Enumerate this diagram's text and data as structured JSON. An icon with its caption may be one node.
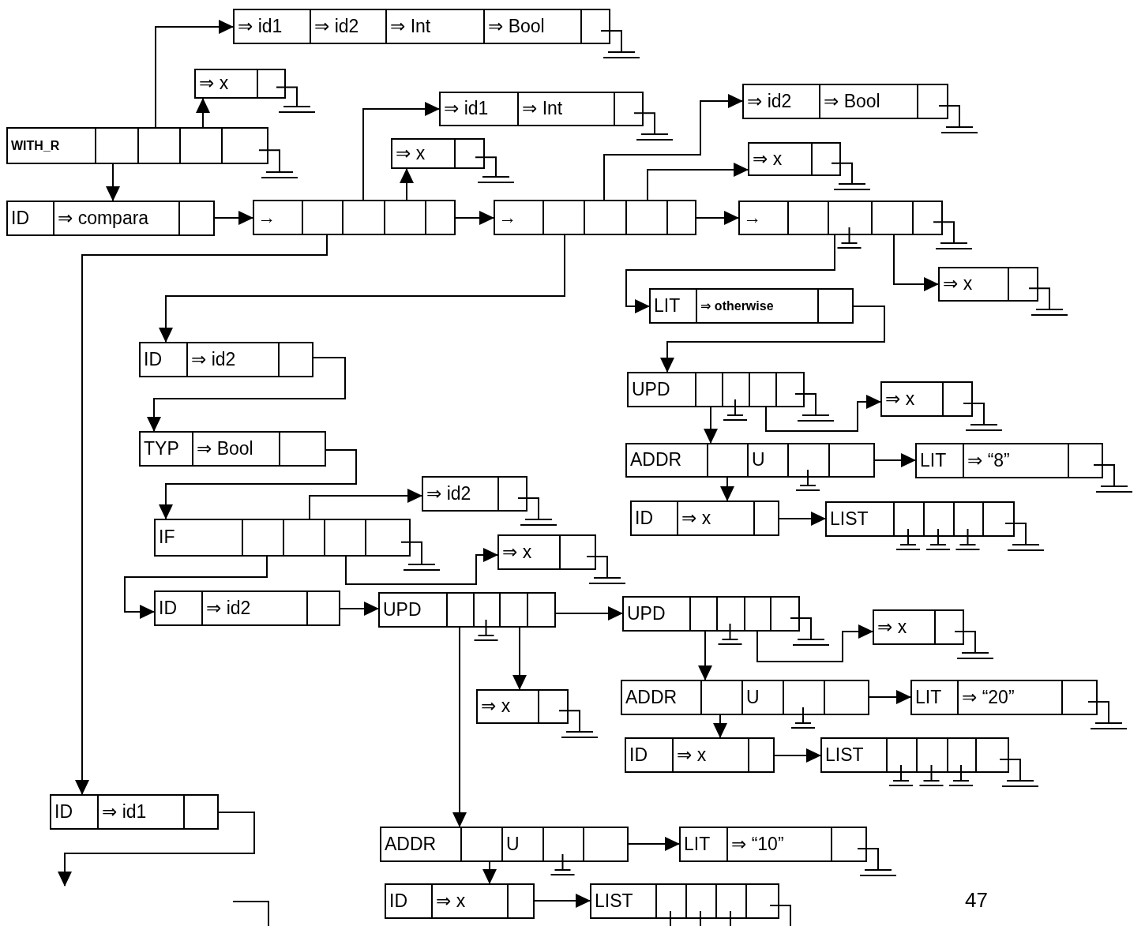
{
  "diagram": {
    "nodes": [
      {
        "text": [
          "WITH_R"
        ]
      },
      {
        "text": [
          "⇒ id1",
          "⇒ id2",
          "⇒ Int",
          "⇒ Bool"
        ]
      },
      {
        "text": [
          "⇒ x"
        ]
      },
      {
        "text": [
          "ID",
          "⇒ compara"
        ]
      },
      {
        "text": [
          "→"
        ]
      },
      {
        "text": [
          "⇒ id1",
          "⇒ Int"
        ]
      },
      {
        "text": [
          "⇒ x"
        ]
      },
      {
        "text": [
          "→"
        ]
      },
      {
        "text": [
          "⇒ id2",
          "⇒ Bool"
        ]
      },
      {
        "text": [
          "⇒ x"
        ]
      },
      {
        "text": [
          "→"
        ]
      },
      {
        "text": [
          "⇒ x"
        ]
      },
      {
        "text": [
          "LIT",
          "⇒ otherwise"
        ]
      },
      {
        "text": [
          "ID",
          "⇒ id2"
        ]
      },
      {
        "text": [
          "TYP",
          "⇒ Bool"
        ]
      },
      {
        "text": [
          "IF"
        ]
      },
      {
        "text": [
          "⇒ id2"
        ]
      },
      {
        "text": [
          "⇒ x"
        ]
      },
      {
        "text": [
          "ID",
          "⇒ id2"
        ]
      },
      {
        "text": [
          "UPD"
        ]
      },
      {
        "text": [
          "UPD"
        ]
      },
      {
        "text": [
          "⇒ x"
        ]
      },
      {
        "text": [
          "ADDR",
          "U"
        ]
      },
      {
        "text": [
          "LIT",
          "⇒ “8”"
        ]
      },
      {
        "text": [
          "ID",
          "⇒ x"
        ]
      },
      {
        "text": [
          "LIST"
        ]
      },
      {
        "text": [
          "UPD"
        ]
      },
      {
        "text": [
          "⇒ x"
        ]
      },
      {
        "text": [
          "⇒ x"
        ]
      },
      {
        "text": [
          "ADDR",
          "U"
        ]
      },
      {
        "text": [
          "LIT",
          "⇒ “20”"
        ]
      },
      {
        "text": [
          "ID",
          "⇒ x"
        ]
      },
      {
        "text": [
          "LIST"
        ]
      },
      {
        "text": [
          "ID",
          "⇒ id1"
        ]
      },
      {
        "text": [
          "ADDR",
          "U"
        ]
      },
      {
        "text": [
          "LIT",
          "⇒ “10”"
        ]
      },
      {
        "text": [
          "ID",
          "⇒ x"
        ]
      },
      {
        "text": [
          "LIST"
        ]
      }
    ],
    "edges": [
      {
        "from": 0,
        "to": 1,
        "arrow": "to"
      },
      {
        "from": 0,
        "to": 2,
        "arrow": "to"
      },
      {
        "from": 0,
        "to": 3,
        "arrow": "to"
      },
      {
        "from": 3,
        "to": 4,
        "arrow": "to"
      },
      {
        "from": 4,
        "to": 5,
        "arrow": "to"
      },
      {
        "from": 4,
        "to": 6,
        "arrow": "to"
      },
      {
        "from": 4,
        "to": 33,
        "arrow": "to"
      },
      {
        "from": 4,
        "to": 7,
        "arrow": "to"
      },
      {
        "from": 7,
        "to": 8,
        "arrow": "to"
      },
      {
        "from": 7,
        "to": 9,
        "arrow": "to"
      },
      {
        "from": 7,
        "to": 13,
        "arrow": "to"
      },
      {
        "from": 7,
        "to": 10,
        "arrow": "to"
      },
      {
        "from": 10,
        "to": 12,
        "arrow": "to"
      },
      {
        "from": 10,
        "to": 11,
        "arrow": "to"
      },
      {
        "from": 12,
        "to": 20,
        "arrow": "to"
      },
      {
        "from": 20,
        "to": 22,
        "arrow": "to"
      },
      {
        "from": 20,
        "to": 21,
        "arrow": "to"
      },
      {
        "from": 22,
        "to": 23,
        "arrow": "to"
      },
      {
        "from": 22,
        "to": 24,
        "arrow": "to"
      },
      {
        "from": 24,
        "to": 25,
        "arrow": "to"
      },
      {
        "from": 13,
        "to": 14,
        "arrow": "to"
      },
      {
        "from": 14,
        "to": 15,
        "arrow": "to"
      },
      {
        "from": 15,
        "to": 16,
        "arrow": "to"
      },
      {
        "from": 15,
        "to": 17,
        "arrow": "to"
      },
      {
        "from": 15,
        "to": 18,
        "arrow": "to"
      },
      {
        "from": 18,
        "to": 19,
        "arrow": "to"
      },
      {
        "from": 19,
        "to": 26,
        "arrow": "to"
      },
      {
        "from": 19,
        "to": 34,
        "arrow": "to"
      },
      {
        "from": 19,
        "to": 28,
        "arrow": "to"
      },
      {
        "from": 26,
        "to": 29,
        "arrow": "to"
      },
      {
        "from": 26,
        "to": 27,
        "arrow": "to"
      },
      {
        "from": 29,
        "to": 30,
        "arrow": "to"
      },
      {
        "from": 29,
        "to": 31,
        "arrow": "to"
      },
      {
        "from": 31,
        "to": 32,
        "arrow": "to"
      },
      {
        "from": 34,
        "to": 35,
        "arrow": "to"
      },
      {
        "from": 34,
        "to": 36,
        "arrow": "to"
      },
      {
        "from": 36,
        "to": 37,
        "arrow": "to"
      },
      {
        "from": 33,
        "to": null,
        "arrow": "to"
      }
    ],
    "labels": [
      "47"
    ]
  }
}
